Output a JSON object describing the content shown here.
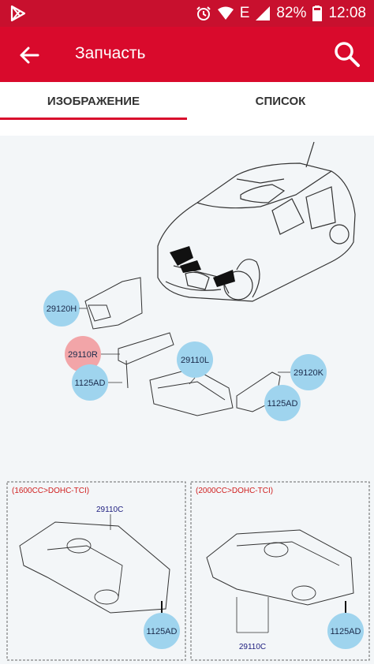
{
  "status_bar": {
    "network": "E",
    "battery": "82%",
    "time": "12:08"
  },
  "app_bar": {
    "title": "Запчасть"
  },
  "tabs": [
    {
      "label": "ИЗОБРАЖЕНИЕ",
      "selected": true
    },
    {
      "label": "СПИСОК",
      "selected": false
    }
  ],
  "colors": {
    "brand": "#d90a2c",
    "callout": "#9fd4ee",
    "callout_selected": "#f2a5a8"
  },
  "diagram": {
    "callouts": {
      "p1": "29120H",
      "p2": "29110R",
      "p3": "1125AD",
      "p4": "29110L",
      "p5": "29120K",
      "p6": "1125AD"
    },
    "panel_left": {
      "variant": "(1600CC>DOHC-TCI)",
      "part": "29110C",
      "callout": "1125AD"
    },
    "panel_right": {
      "variant": "(2000CC>DOHC-TCI)",
      "part": "29110C",
      "callout": "1125AD"
    }
  }
}
